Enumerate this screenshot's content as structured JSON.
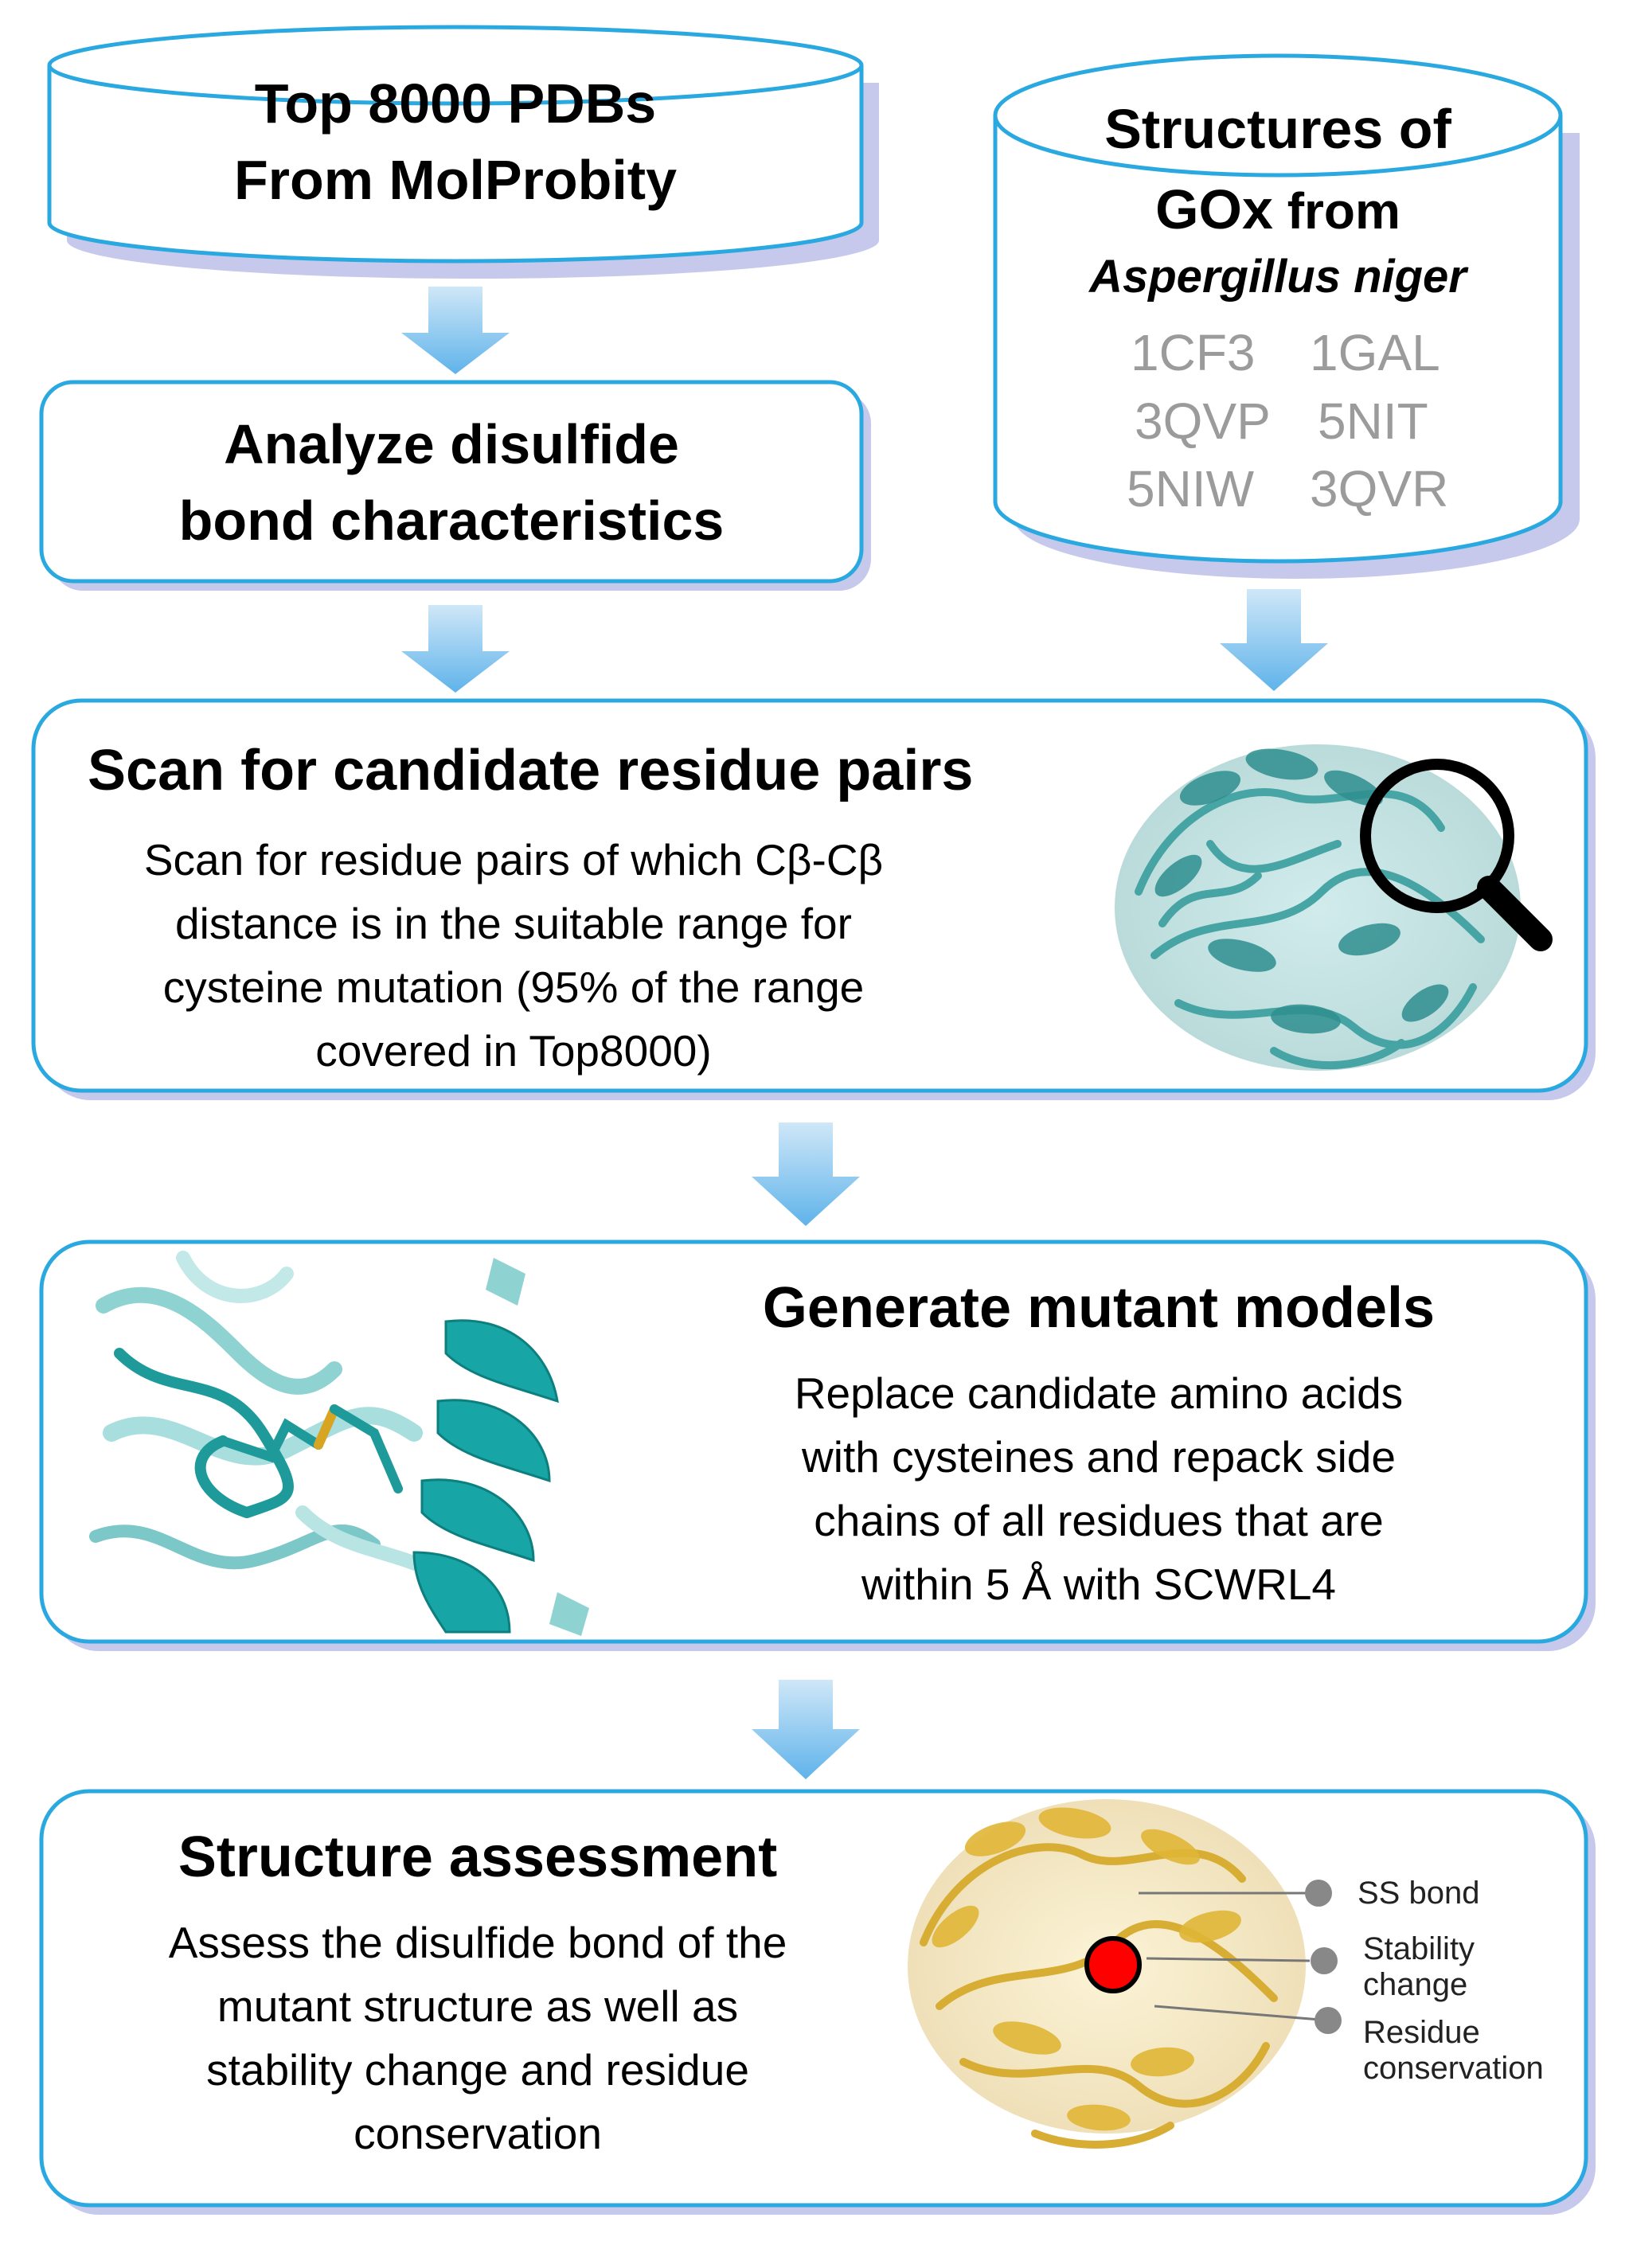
{
  "colors": {
    "box_border": "#2aa8e0",
    "box_shadow": "#c6c8ec",
    "arrow": "#8fc9ef",
    "pdb_code": "#9b9b9b",
    "protein_teal": "#3aa3a3",
    "protein_gold": "#e6c45a",
    "marker_red": "#ff0000",
    "marker_grey": "#888888"
  },
  "db_top8000": {
    "line1": "Top 8000 PDBs",
    "line2": "From MolProbity"
  },
  "db_gox": {
    "line1": "Structures of",
    "line2_bold": "GOx",
    "line2_rest": " from",
    "line3": "Aspergillus niger",
    "codes": [
      "1CF3",
      "1GAL",
      "3QVP",
      "5NIT",
      "5NIW",
      "3QVR"
    ]
  },
  "step_analyze": {
    "line1": "Analyze disulfide",
    "line2": "bond characteristics"
  },
  "step_scan": {
    "title": "Scan for candidate residue pairs",
    "lines": [
      "Scan for residue pairs of which Cβ-Cβ",
      "distance is in the suitable range for",
      "cysteine mutation (95% of the range",
      "covered in Top8000)"
    ],
    "icon": "magnifier-icon"
  },
  "step_generate": {
    "title": "Generate mutant models",
    "lines": [
      "Replace candidate amino acids",
      "with cysteines and repack side",
      "chains of all residues that are",
      "within 5 Å with SCWRL4"
    ]
  },
  "step_assess": {
    "title": "Structure assessment",
    "lines": [
      "Assess the disulfide bond of the",
      "mutant structure as well as",
      "stability change and residue",
      "conservation"
    ],
    "legend": [
      {
        "line1": "SS bond",
        "line2": ""
      },
      {
        "line1": "Stability",
        "line2": "change"
      },
      {
        "line1": "Residue",
        "line2": "conservation"
      }
    ]
  }
}
